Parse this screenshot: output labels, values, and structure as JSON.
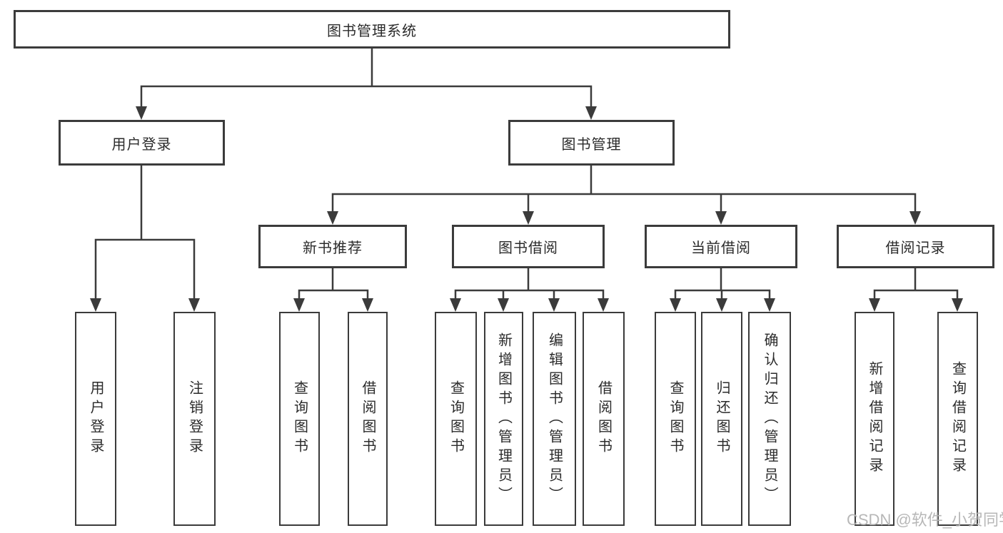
{
  "diagram": {
    "root": {
      "label": "图书管理系统"
    },
    "level2": [
      {
        "label": "用户登录"
      },
      {
        "label": "图书管理"
      }
    ],
    "level3": [
      {
        "label": "新书推荐"
      },
      {
        "label": "图书借阅"
      },
      {
        "label": "当前借阅"
      },
      {
        "label": "借阅记录"
      }
    ],
    "level4": {
      "user_login": [
        {
          "label": "用户登录"
        },
        {
          "label": "注销登录"
        }
      ],
      "new_books": [
        {
          "label": "查询图书"
        },
        {
          "label": "借阅图书"
        }
      ],
      "borrowing": [
        {
          "label": "查询图书"
        },
        {
          "label": "新增图书（管理员）"
        },
        {
          "label": "编辑图书（管理员）"
        },
        {
          "label": "借阅图书"
        }
      ],
      "current": [
        {
          "label": "查询图书"
        },
        {
          "label": "归还图书"
        },
        {
          "label": "确认归还（管理员）"
        }
      ],
      "records": [
        {
          "label": "新增借阅记录"
        },
        {
          "label": "查询借阅记录"
        }
      ]
    }
  },
  "watermark": {
    "text": "CSDN @软件_小贺同学"
  },
  "colors": {
    "line": "#3b3b3b",
    "box_border": "#3b3b3b",
    "text": "#2b2b2b",
    "watermark": "#b4b4b4",
    "background": "#ffffff"
  }
}
